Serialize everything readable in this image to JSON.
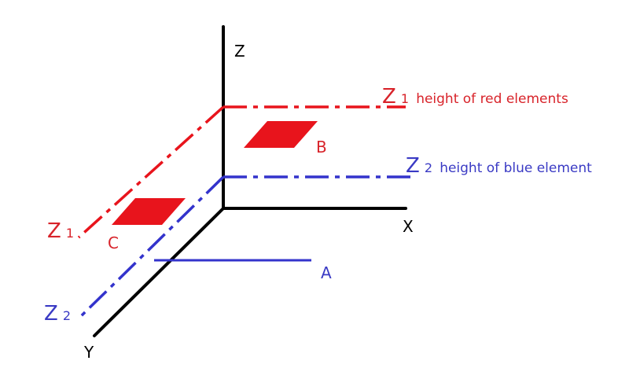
{
  "colors": {
    "axis": "#000000",
    "red": "#e8141c",
    "red_text": "#d8232a",
    "blue": "#3333cc",
    "blue_text": "#3a3ac4"
  },
  "axes": {
    "z_label": "Z",
    "x_label": "X",
    "y_label": "Y"
  },
  "elements": {
    "a_label": "A",
    "b_label": "B",
    "c_label": "C"
  },
  "planes": {
    "red": {
      "letter": "Z",
      "subscript": "1",
      "description": "height of red elements",
      "side_letter": "Z",
      "side_subscript": "1"
    },
    "blue": {
      "letter": "Z",
      "subscript": "2",
      "description": "height of blue element",
      "side_letter": "Z",
      "side_subscript": "2"
    }
  }
}
